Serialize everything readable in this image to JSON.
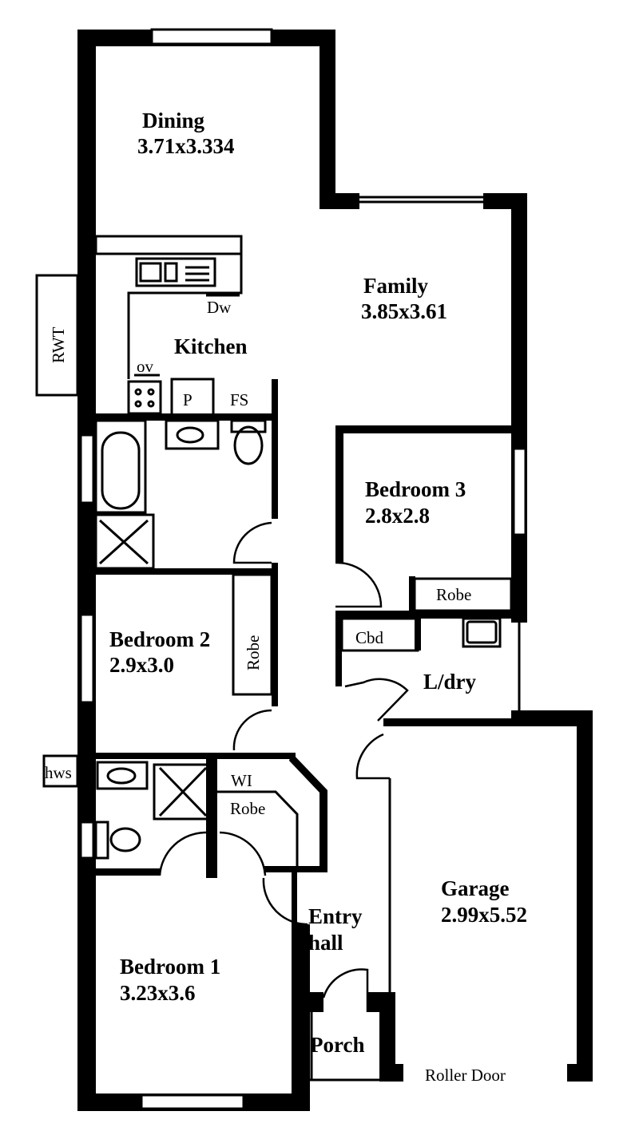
{
  "plan": {
    "rooms": [
      {
        "name": "Dining",
        "size": "3.71x3.334"
      },
      {
        "name": "Family",
        "size": "3.85x3.61"
      },
      {
        "name": "Kitchen"
      },
      {
        "name": "Bedroom 3",
        "size": "2.8x2.8"
      },
      {
        "name": "Bedroom 2",
        "size": "2.9x3.0"
      },
      {
        "name": "L/dry"
      },
      {
        "name": "Garage",
        "size": "2.99x5.52"
      },
      {
        "name": "Bedroom 1",
        "size": "3.23x3.6"
      },
      {
        "name": "Entry",
        "name2": "hall"
      },
      {
        "name": "Porch"
      }
    ],
    "fixtures": {
      "rwt": "RWT",
      "dw": "Dw",
      "ov": "ov",
      "pantry": "P",
      "fs": "FS",
      "robe_b3": "Robe",
      "robe_b2": "Robe",
      "cbd": "Cbd",
      "hws": "hws",
      "wi": "WI",
      "wi_robe": "Robe",
      "roller_door": "Roller Door"
    }
  }
}
